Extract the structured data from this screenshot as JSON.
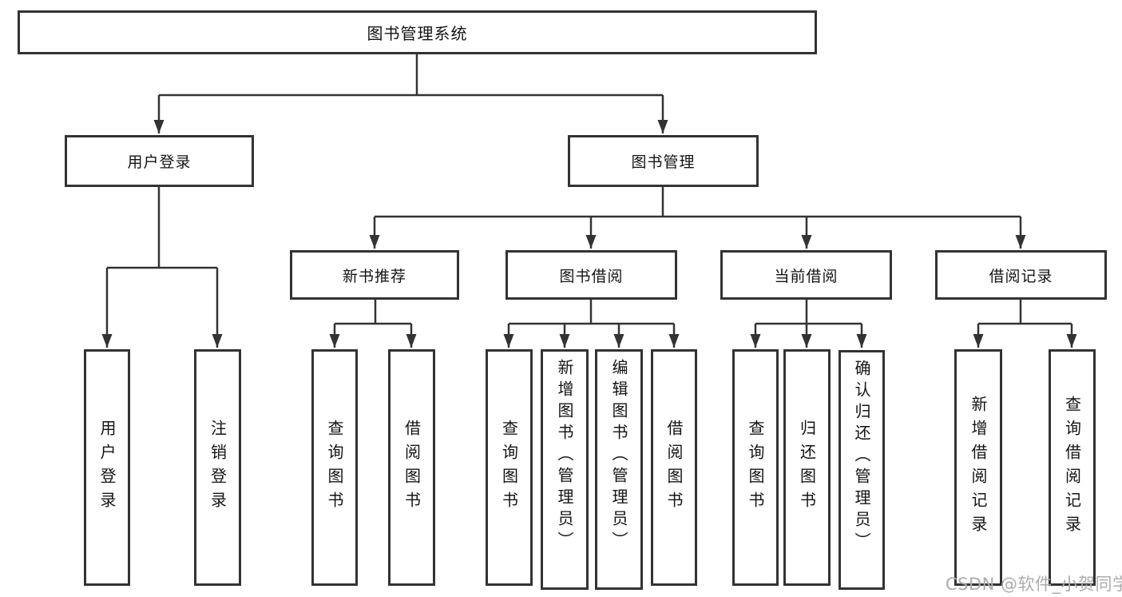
{
  "colors": {
    "line": "#333333",
    "box_border": "#333333",
    "text": "#141414",
    "watermark": "#acacac",
    "background": "#ffffff"
  },
  "watermark": "CSDN @软件_小贺同学",
  "tree": {
    "label": "图书管理系统",
    "children": [
      {
        "label": "用户登录",
        "children": [
          {
            "label": "用户登录"
          },
          {
            "label": "注销登录"
          }
        ]
      },
      {
        "label": "图书管理",
        "children": [
          {
            "label": "新书推荐",
            "children": [
              {
                "label": "查询图书"
              },
              {
                "label": "借阅图书"
              }
            ]
          },
          {
            "label": "图书借阅",
            "children": [
              {
                "label": "查询图书"
              },
              {
                "label": "新增图书（管理员）"
              },
              {
                "label": "编辑图书（管理员）"
              },
              {
                "label": "借阅图书"
              }
            ]
          },
          {
            "label": "当前借阅",
            "children": [
              {
                "label": "查询图书"
              },
              {
                "label": "归还图书"
              },
              {
                "label": "确认归还（管理员）"
              }
            ]
          },
          {
            "label": "借阅记录",
            "children": [
              {
                "label": "新增借阅记录"
              },
              {
                "label": "查询借阅记录"
              }
            ]
          }
        ]
      }
    ]
  }
}
